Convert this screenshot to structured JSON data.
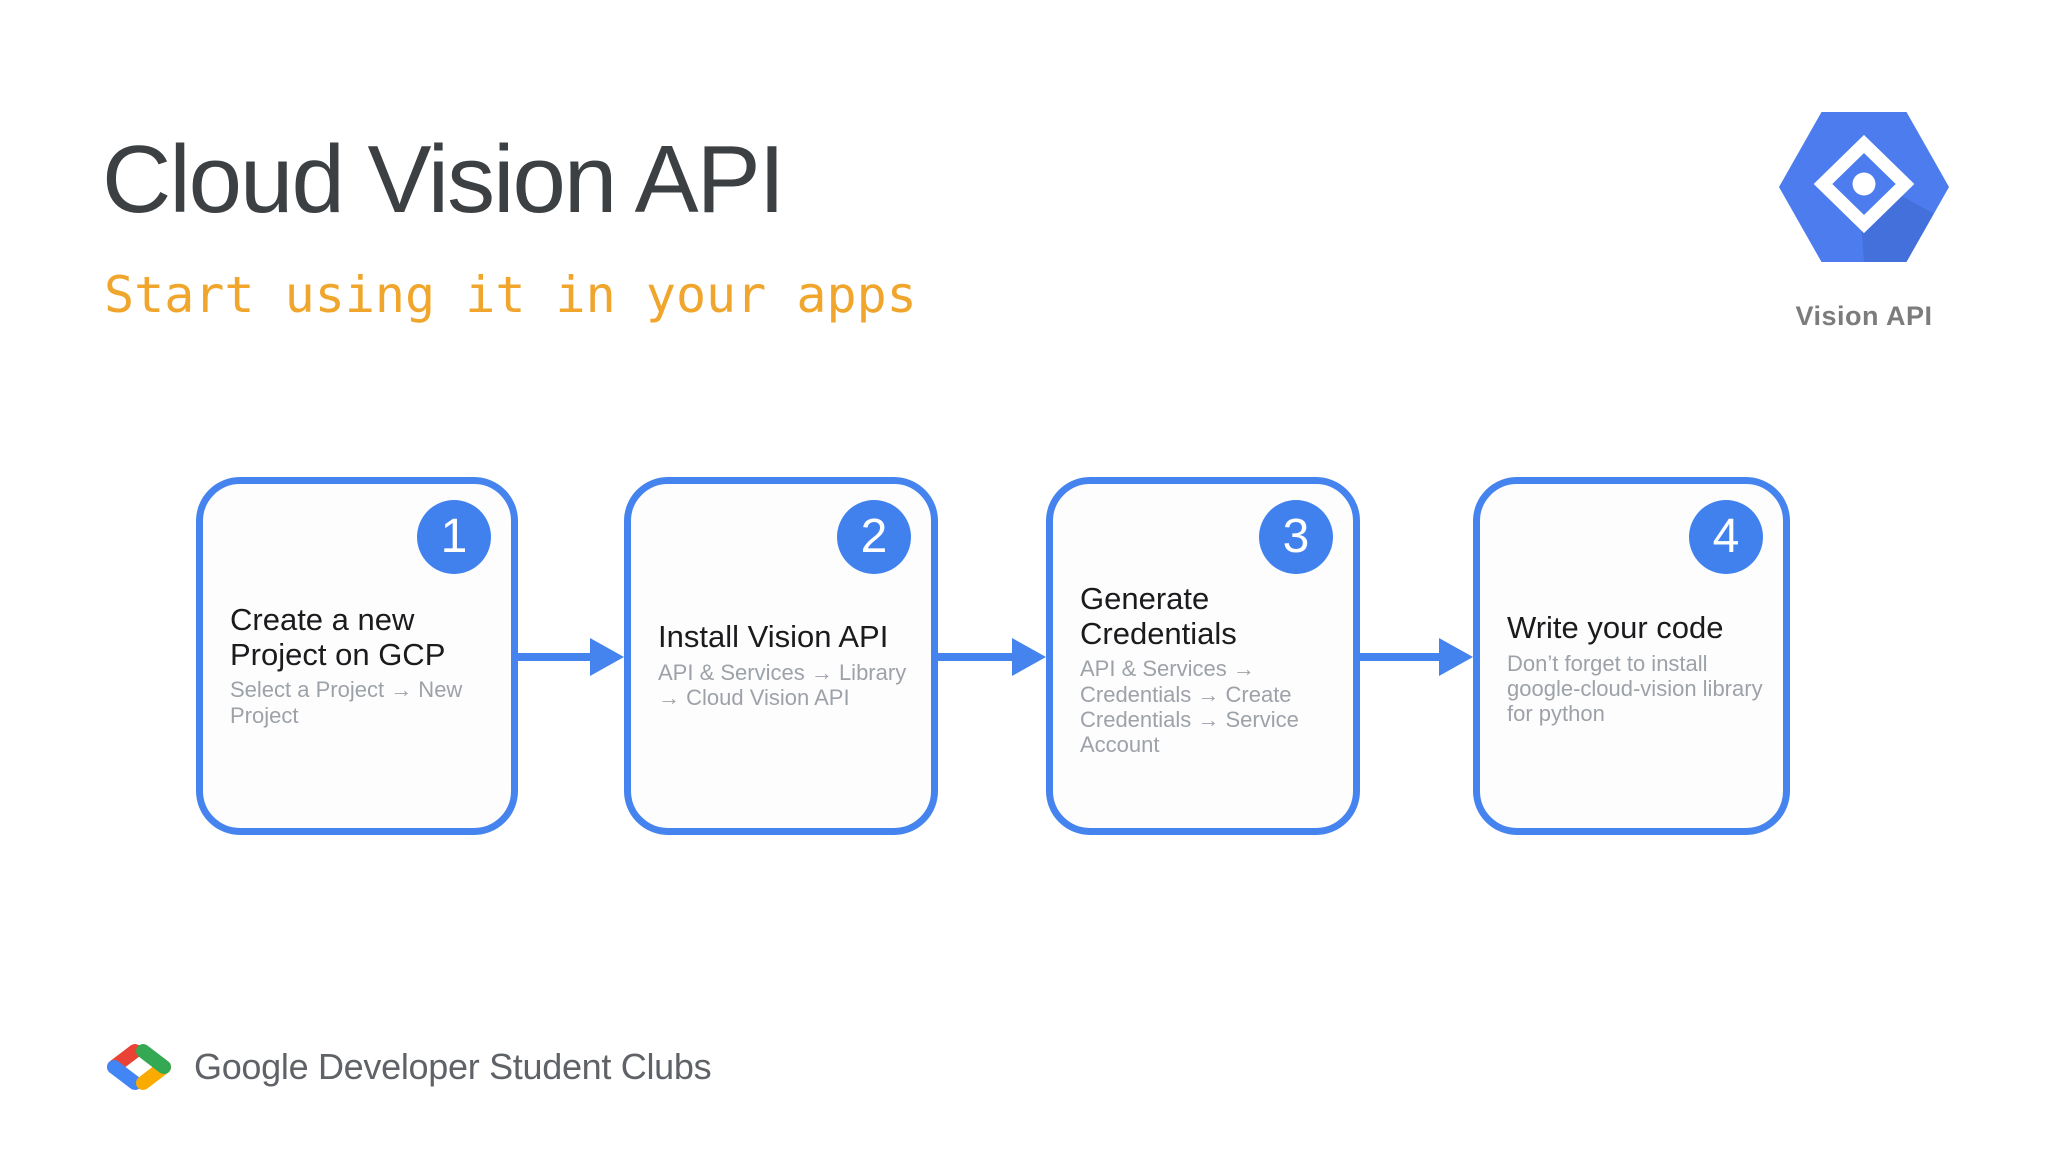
{
  "header": {
    "title": "Cloud Vision API",
    "subtitle": "Start using it in your apps"
  },
  "logo": {
    "icon": "vision-api-hexagon-icon",
    "label": "Vision API"
  },
  "steps": [
    {
      "number": "1",
      "title": "Create a new\nProject on GCP",
      "subtitle": "Select a Project → New\nProject"
    },
    {
      "number": "2",
      "title": "Install Vision API",
      "subtitle": "API & Services → Library\n→ Cloud Vision API"
    },
    {
      "number": "3",
      "title": "Generate\nCredentials",
      "subtitle": "API & Services →\nCredentials → Create\nCredentials → Service\nAccount"
    },
    {
      "number": "4",
      "title": "Write your code",
      "subtitle": "Don’t forget to install\ngoogle-cloud-vision library\nfor python"
    }
  ],
  "flow": {
    "arrow_icon": "right-arrow-icon",
    "arrow_count": 3
  },
  "footer": {
    "icon": "gdsc-brackets-icon",
    "brand": "Google Developer Student Clubs"
  },
  "colors": {
    "accent_blue": "#4285F4",
    "border_blue": "#4583EE",
    "badge_blue": "#4181EE",
    "hexagon_blue": "#4C7CEE",
    "subtitle_amber": "#F0A62C",
    "title_gray": "#3C4043",
    "step_subtitle_gray": "#9DA2A8",
    "footer_gray": "#5F6368",
    "vision_label_gray": "#7C7C7C",
    "gdsc_red": "#EA4335",
    "gdsc_blue": "#4285F4",
    "gdsc_green": "#34A853",
    "gdsc_yellow": "#F9AB00"
  }
}
